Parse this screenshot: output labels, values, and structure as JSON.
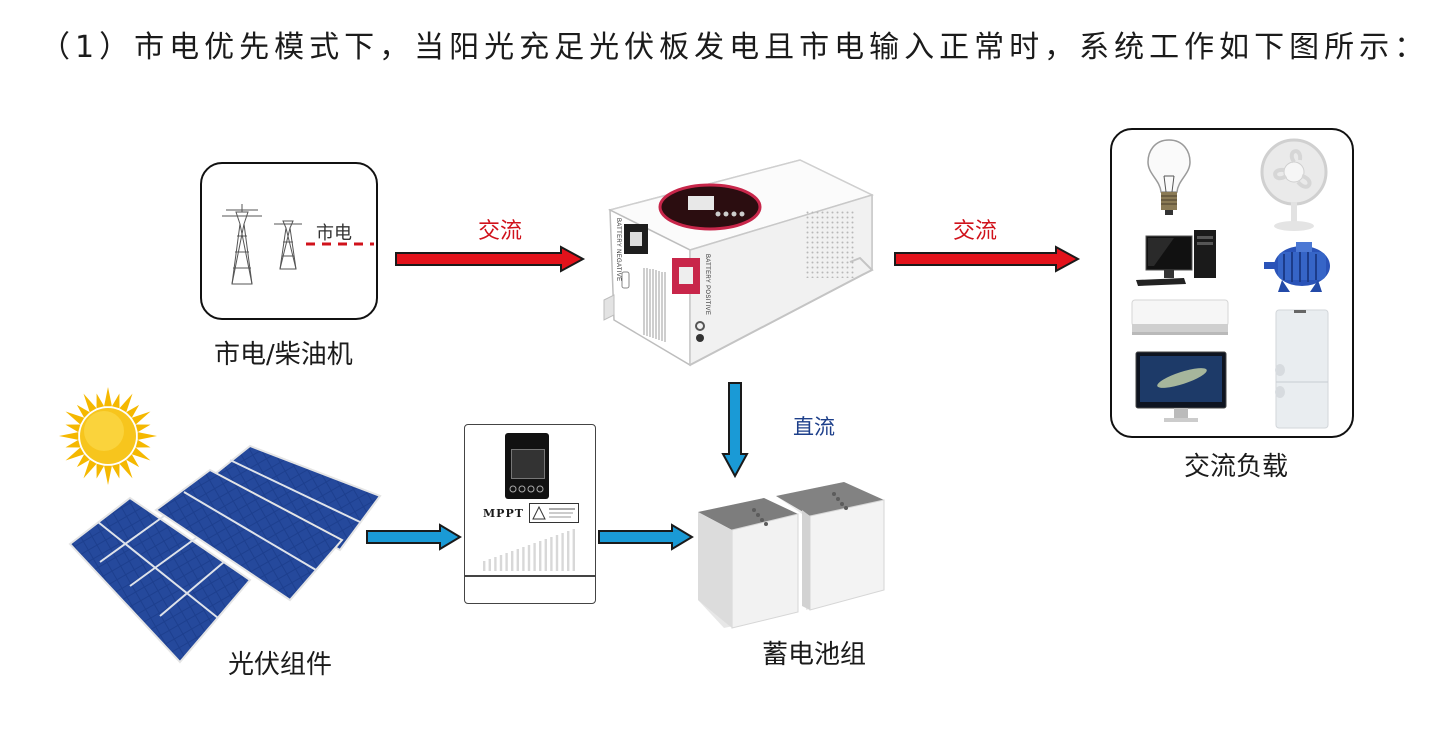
{
  "heading": "（1）市电优先模式下，当阳光充足光伏板发电且市电输入正常时，系统工作如下图所示：",
  "grid_source": {
    "inner_label": "市电",
    "caption": "市电/柴油机"
  },
  "inverter": {
    "label_negative": "BATTERY NEGATIVE",
    "label_positive": "BATTERY POSITIVE"
  },
  "ac_load": {
    "caption": "交流负载",
    "items": [
      "light-bulb",
      "desk-fan",
      "desktop-computer",
      "electric-motor",
      "air-conditioner",
      "refrigerator",
      "monitor"
    ]
  },
  "pv": {
    "caption": "光伏组件"
  },
  "controller": {
    "brand_text": "MPPT"
  },
  "battery": {
    "caption": "蓄电池组"
  },
  "flows": {
    "grid_to_inverter": "交流",
    "inverter_to_load": "交流",
    "inverter_to_battery": "直流"
  },
  "colors": {
    "ac_arrow": "#e3121b",
    "dc_arrow": "#1a9ad6",
    "arrow_outline": "#1a1a1a",
    "inverter_red": "#c8264a",
    "panel_blue": "#1d3f8e",
    "sun_yellow": "#f7c51d"
  }
}
